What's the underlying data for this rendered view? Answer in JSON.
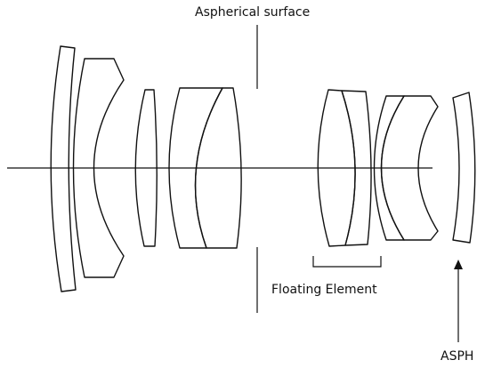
{
  "labels": {
    "aspherical_surface": "Aspherical surface",
    "floating_element": "Floating Element",
    "asph": "ASPH"
  },
  "colors": {
    "stroke": "#111111",
    "background": "#ffffff"
  }
}
